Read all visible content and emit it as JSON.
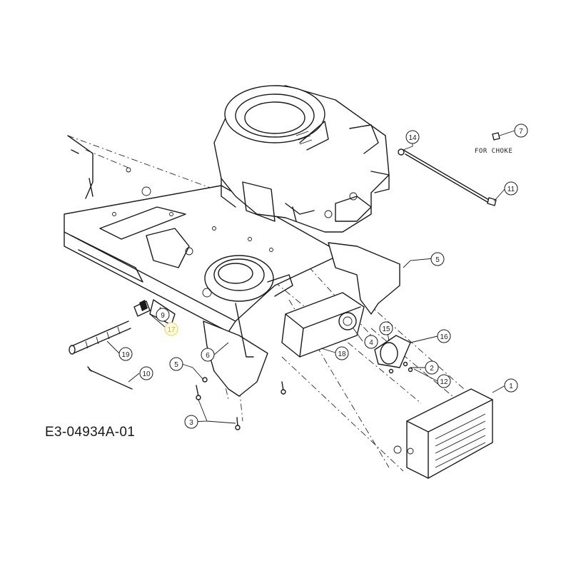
{
  "drawing_number": "E3-04934A-01",
  "note": "FOR CHOKE",
  "callouts": [
    {
      "label": "1"
    },
    {
      "label": "2"
    },
    {
      "label": "3"
    },
    {
      "label": "4"
    },
    {
      "label": "5"
    },
    {
      "label": "5"
    },
    {
      "label": "6"
    },
    {
      "label": "7"
    },
    {
      "label": "9"
    },
    {
      "label": "10"
    },
    {
      "label": "11"
    },
    {
      "label": "12"
    },
    {
      "label": "14"
    },
    {
      "label": "15"
    },
    {
      "label": "16"
    },
    {
      "label": "17"
    },
    {
      "label": "18"
    },
    {
      "label": "19"
    }
  ],
  "colors": {
    "line": "#1a1a1a",
    "highlight": "#e8d870"
  }
}
